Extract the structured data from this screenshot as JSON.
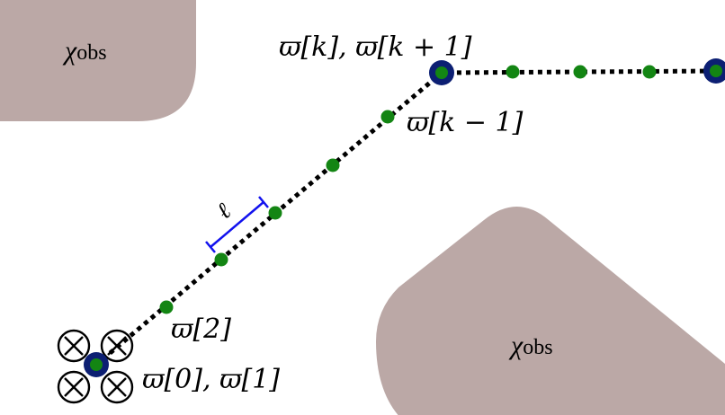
{
  "colors": {
    "obstacle": "#bba8a6",
    "path": "#000000",
    "waypoint": "#138513",
    "anchor_ring": "#0c1f73",
    "spacing": "#1212ee",
    "rotor": "#000000"
  },
  "icons": {
    "drone": "quadrotor-icon"
  },
  "obstacles": {
    "top_left": {
      "symbol": "χ",
      "subscript": "obs"
    },
    "bottom_right": {
      "symbol": "χ",
      "subscript": "obs"
    }
  },
  "labels": {
    "k_pair": "ϖ[k], ϖ[k + 1]",
    "k_minus": "ϖ[k − 1]",
    "two": "ϖ[2]",
    "zero_one": "ϖ[0], ϖ[1]",
    "spacing": "ℓ"
  }
}
